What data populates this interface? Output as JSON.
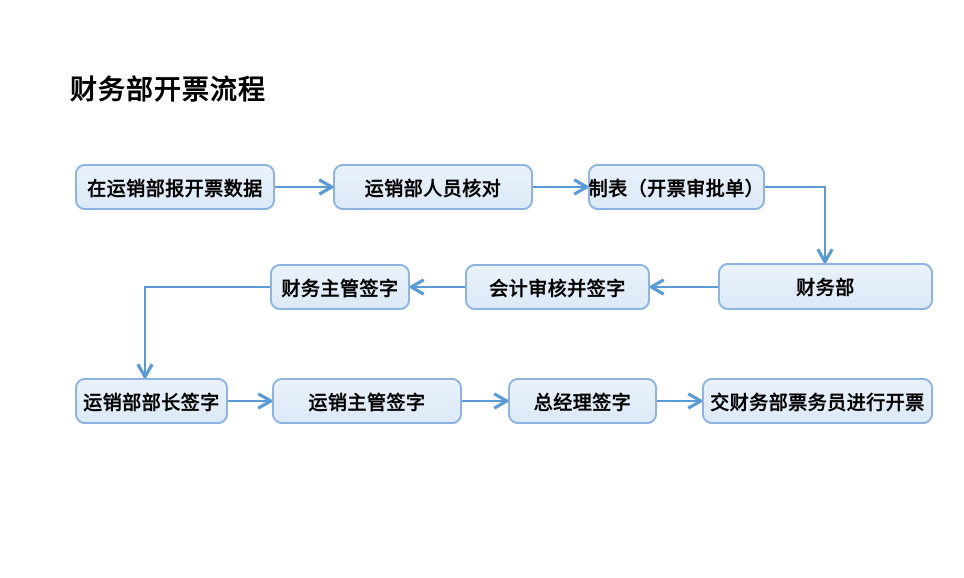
{
  "title": "财务部开票流程",
  "colors": {
    "box_fill": "#dce9f7",
    "box_fill_top": "#eaf2fb",
    "box_border": "#8db3e2",
    "arrow": "#5b9bd5",
    "text": "#000000",
    "bg": "#ffffff"
  },
  "diagram_type": "flowchart",
  "nodes": [
    {
      "id": "report-invoice-data",
      "label": "在运销部报开票数据"
    },
    {
      "id": "sales-staff-verify",
      "label": "运销部人员核对"
    },
    {
      "id": "prepare-approval-form",
      "label": "制表（开票审批单）"
    },
    {
      "id": "finance-dept",
      "label": "财务部"
    },
    {
      "id": "accountant-review-sign",
      "label": "会计审核并签字"
    },
    {
      "id": "finance-supervisor-sign",
      "label": "财务主管签字"
    },
    {
      "id": "sales-dept-head-sign",
      "label": "运销部部长签字"
    },
    {
      "id": "sales-supervisor-sign",
      "label": "运销主管签字"
    },
    {
      "id": "general-manager-sign",
      "label": "总经理签字"
    },
    {
      "id": "submit-to-ticket-clerk",
      "label": "交财务部票务员进行开票"
    }
  ],
  "edges": [
    {
      "from": "report-invoice-data",
      "to": "sales-staff-verify"
    },
    {
      "from": "sales-staff-verify",
      "to": "prepare-approval-form"
    },
    {
      "from": "prepare-approval-form",
      "to": "finance-dept"
    },
    {
      "from": "finance-dept",
      "to": "accountant-review-sign"
    },
    {
      "from": "accountant-review-sign",
      "to": "finance-supervisor-sign"
    },
    {
      "from": "finance-supervisor-sign",
      "to": "sales-dept-head-sign"
    },
    {
      "from": "sales-dept-head-sign",
      "to": "sales-supervisor-sign"
    },
    {
      "from": "sales-supervisor-sign",
      "to": "general-manager-sign"
    },
    {
      "from": "general-manager-sign",
      "to": "submit-to-ticket-clerk"
    }
  ]
}
